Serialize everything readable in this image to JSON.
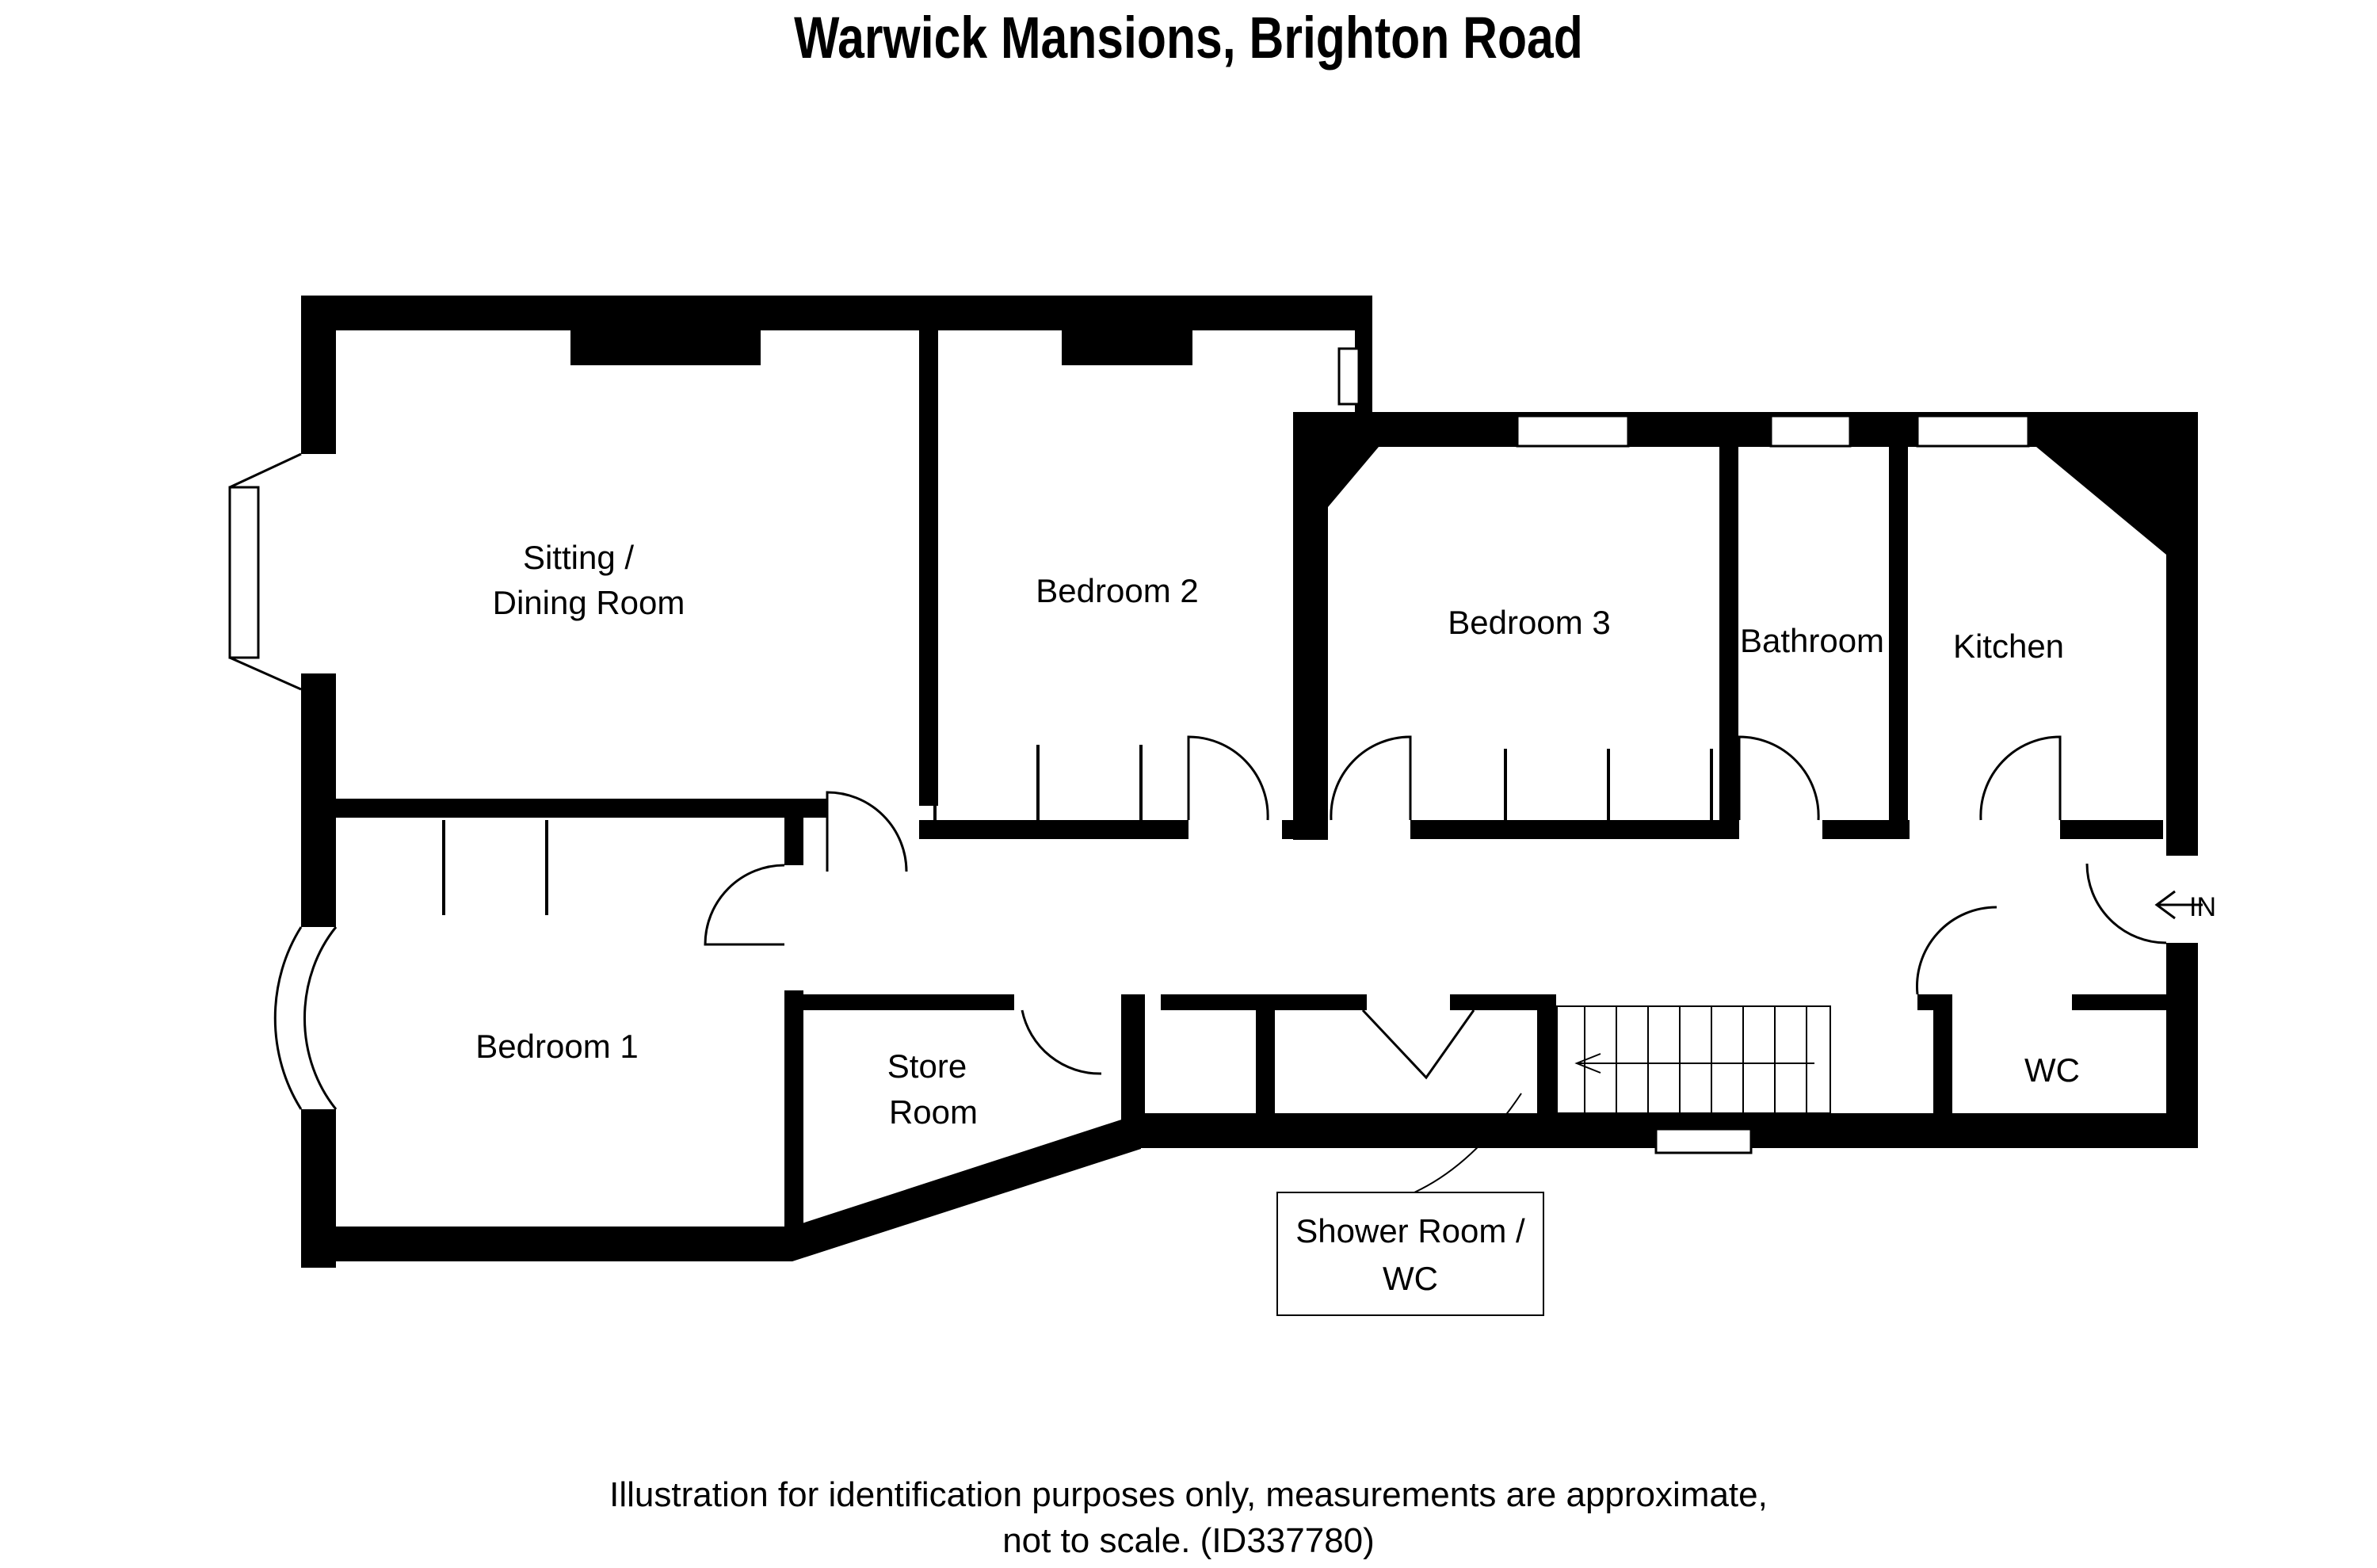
{
  "title": "Warwick Mansions, Brighton Road",
  "rooms": {
    "sitting_line1": "Sitting /",
    "sitting_line2": "Dining Room",
    "bedroom2": "Bedroom 2",
    "bedroom3": "Bedroom 3",
    "bathroom": "Bathroom",
    "kitchen": "Kitchen",
    "bedroom1": "Bedroom 1",
    "store_line1": "Store",
    "store_line2": "Room",
    "wc": "WC",
    "shower_line1": "Shower Room /",
    "shower_line2": "WC"
  },
  "entrance": "IN",
  "footer": {
    "line1": "Illustration for identification purposes only, measurements are approximate,",
    "line2": "not to scale.  (ID337780)"
  }
}
